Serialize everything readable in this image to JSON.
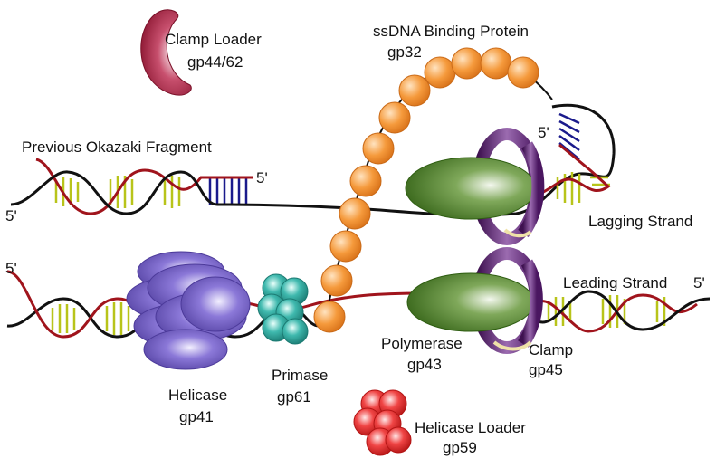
{
  "labels": {
    "clamp_loader": "Clamp Loader",
    "clamp_loader_id": "gp44/62",
    "ssb": "ssDNA Binding Protein",
    "ssb_id": "gp32",
    "previous_okazaki": "Previous Okazaki Fragment",
    "five_prime_upper_right": "5'",
    "five_prime_upper_left": "5'",
    "five_prime_loop": "5'",
    "lagging_strand": "Lagging Strand",
    "five_prime_lower_left": "5'",
    "leading_strand": "Leading Strand",
    "five_prime_lower_right": "5'",
    "polymerase": "Polymerase",
    "polymerase_id": "gp43",
    "clamp": "Clamp",
    "clamp_id": "gp45",
    "primase": "Primase",
    "primase_id": "gp61",
    "helicase": "Helicase",
    "helicase_id": "gp41",
    "helicase_loader": "Helicase Loader",
    "helicase_loader_id": "gp59"
  },
  "colors": {
    "dna_red": "#a0141c",
    "dna_black": "#111111",
    "base_pair_yellow": "#b8c41a",
    "rna_primer_blue": "#1a1a8c",
    "ssb_orange": "#f29a3a",
    "polymerase_green": "#3f7a1a",
    "clamp_purple": "#5a1f70",
    "helicase_purple": "#6a55b8",
    "primase_teal": "#2aa39a",
    "clamp_loader_maroon": "#a1233f",
    "helicase_loader_red": "#e03030"
  }
}
